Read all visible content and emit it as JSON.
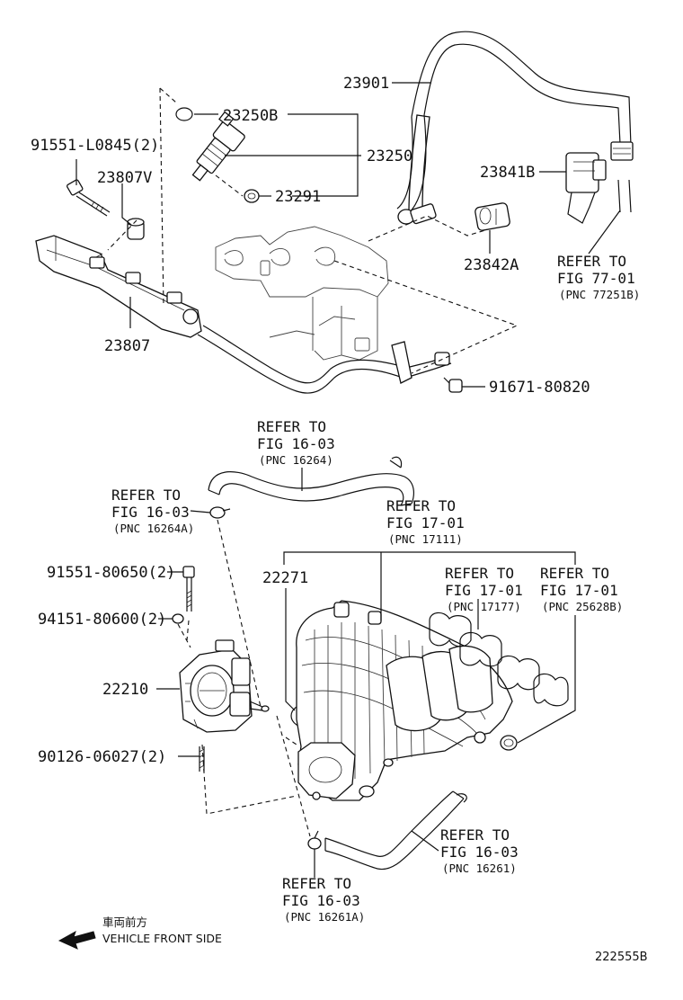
{
  "labels": {
    "p23901": "23901",
    "p23250B": "23250B",
    "p23250": "23250",
    "p91551_L0845": "91551-L0845(2)",
    "p23807V": "23807V",
    "p23291": "23291",
    "p23841B": "23841B",
    "p23842A": "23842A",
    "p23807": "23807",
    "p91671": "91671-80820",
    "p91551_80650": "91551-80650(2)",
    "p94151": "94151-80600(2)",
    "p22271": "22271",
    "p22210": "22210",
    "p90126": "90126-06027(2)"
  },
  "refs": {
    "fig77": {
      "line1": "REFER TO",
      "line2": "FIG 77-01",
      "pnc": "(PNC 77251B)"
    },
    "fig16_top": {
      "line1": "REFER TO",
      "line2": "FIG 16-03",
      "pnc": "(PNC 16264)"
    },
    "fig16_left": {
      "line1": "REFER TO",
      "line2": "FIG 16-03",
      "pnc": "(PNC 16264A)"
    },
    "fig17_main": {
      "line1": "REFER TO",
      "line2": "FIG 17-01",
      "pnc": "(PNC 17111)"
    },
    "fig17_gasket": {
      "line1": "REFER TO",
      "line2": "FIG 17-01",
      "pnc": "(PNC 17177)"
    },
    "fig17_right": {
      "line1": "REFER TO",
      "line2": "FIG 17-01",
      "pnc": "(PNC 25628B)"
    },
    "fig16_right": {
      "line1": "REFER TO",
      "line2": "FIG 16-03",
      "pnc": "(PNC 16261)"
    },
    "fig16_bottom": {
      "line1": "REFER TO",
      "line2": "FIG 16-03",
      "pnc": "(PNC 16261A)"
    }
  },
  "front": {
    "jp": "車両前方",
    "en": "VEHICLE FRONT SIDE"
  },
  "diagram_code": "222555B"
}
